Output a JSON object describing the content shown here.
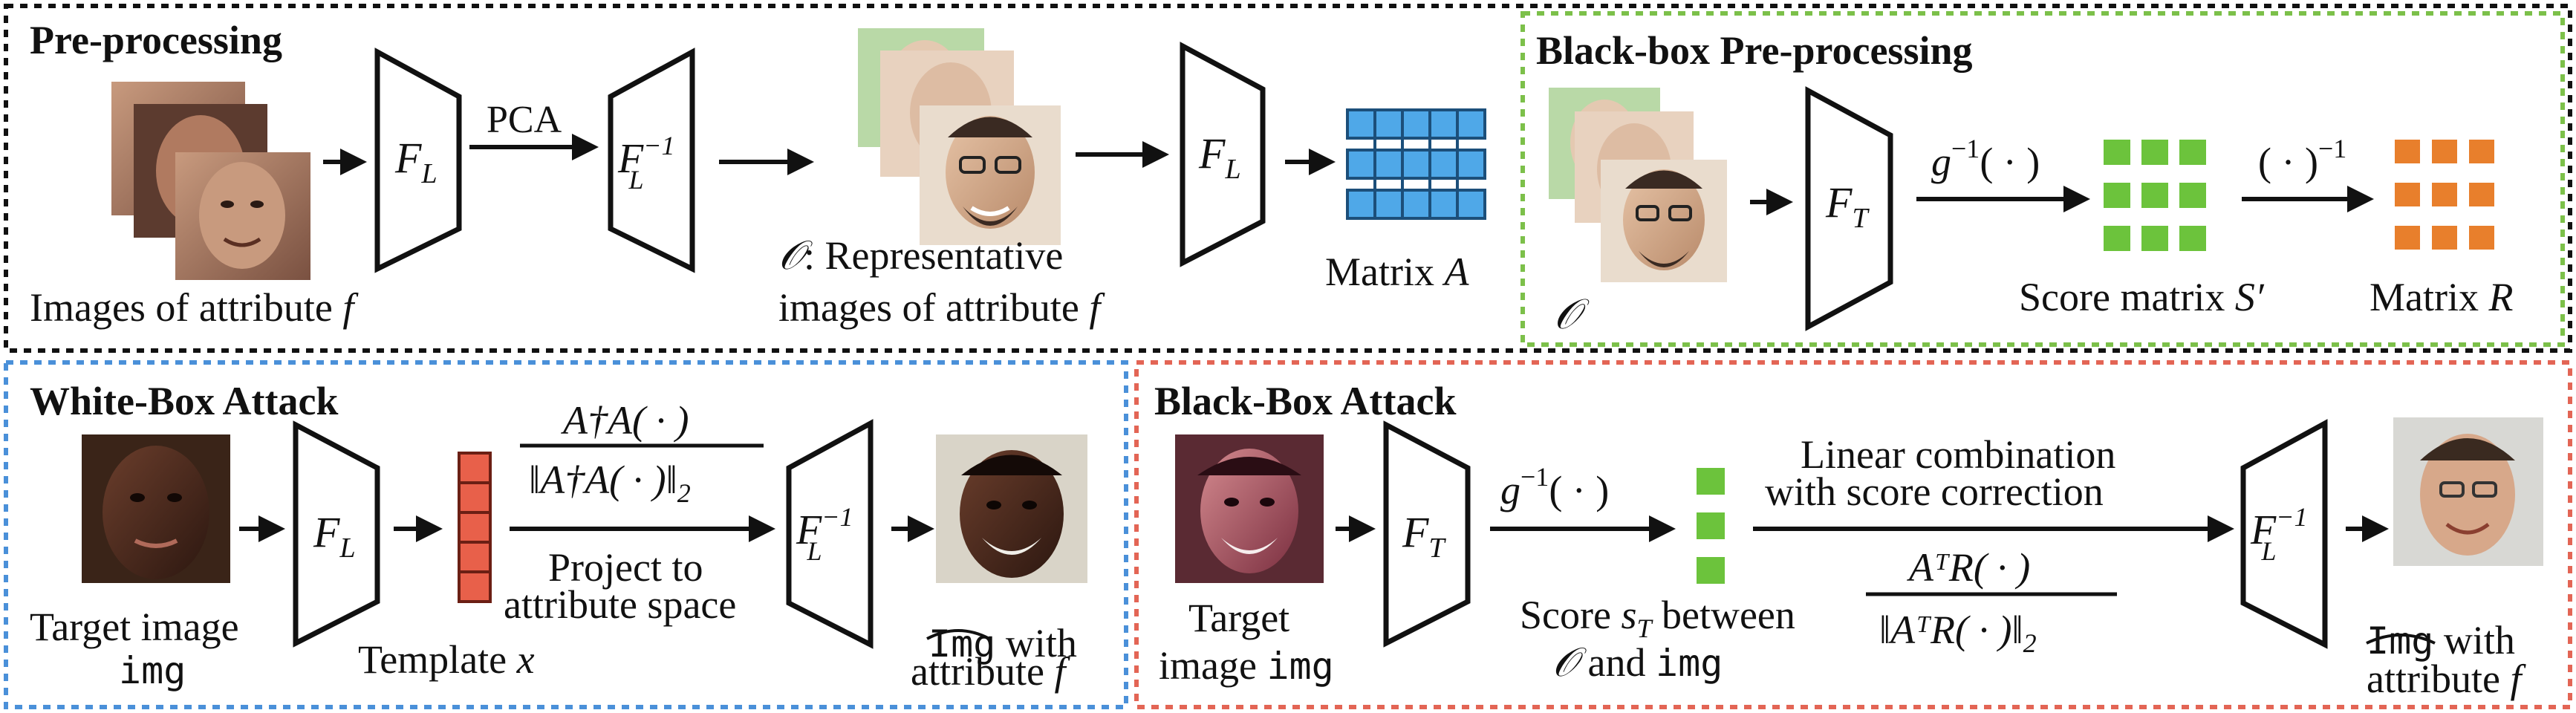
{
  "preprocessing": {
    "title": "Pre-processing",
    "images_caption": "Images of attribute ",
    "images_caption_var": "f",
    "encoder": "F",
    "encoder_sub": "L",
    "pca_label": "PCA",
    "decoder": "F",
    "decoder_sup": "−1",
    "decoder_sub": "L",
    "rep_caption_1_sym": "𝒪",
    "rep_caption_1": ": Representative",
    "rep_caption_2": "images of attribute ",
    "rep_caption_2_var": "f",
    "matrix_caption": "Matrix ",
    "matrix_var": "A"
  },
  "blackbox_pre": {
    "title": "Black-box Pre-processing",
    "o_symbol": "𝒪",
    "encoder": "F",
    "encoder_sub": "T",
    "g_inverse": "g",
    "g_inverse_sup": "−1",
    "g_inverse_arg": "( · )",
    "inverse_op": "( · )",
    "inverse_op_sup": "−1",
    "score_caption": "Score matrix ",
    "score_var": "S′",
    "matrix_caption": "Matrix ",
    "matrix_var": "R"
  },
  "whitebox": {
    "title": "White-Box Attack",
    "target_caption_1": "Target image",
    "target_caption_2": "img",
    "encoder": "F",
    "encoder_sub": "L",
    "template_caption": "Template ",
    "template_var": "x",
    "proj_num": "A†A( · )",
    "proj_den": "‖A†A( · )‖",
    "proj_den_sub": "2",
    "proj_label_1": "Project to",
    "proj_label_2": "attribute space",
    "decoder": "F",
    "decoder_sup": "−1",
    "decoder_sub": "L",
    "out_caption_1_img": "Img",
    "out_caption_1": " with",
    "out_caption_2": "attribute ",
    "out_caption_2_var": "f"
  },
  "blackbox": {
    "title": "Black-Box Attack",
    "target_caption_1": "Target",
    "target_caption_2": "image ",
    "target_caption_2_img": "img",
    "encoder": "F",
    "encoder_sub": "T",
    "g_inverse": "g",
    "g_inverse_sup": "−1",
    "g_inverse_arg": "( · )",
    "score_caption_1": "Score ",
    "score_var": "s",
    "score_var_sub": "T",
    "score_caption_1b": " between",
    "score_caption_2_sym": "𝒪",
    "score_caption_2": " and ",
    "score_caption_2_img": "img",
    "comb_label_1": "Linear combination",
    "comb_label_2": "with score correction",
    "comb_num": "AᵀR( · )",
    "comb_den": "‖AᵀR( · )‖",
    "comb_den_sub": "2",
    "decoder": "F",
    "decoder_sup": "−1",
    "decoder_sub": "L",
    "out_caption_1_img": "Img",
    "out_caption_1": "  with",
    "out_caption_2": "attribute ",
    "out_caption_2_var": "f"
  },
  "colors": {
    "preprocessing_border": "#111111",
    "blackbox_pre_border": "#7cc04a",
    "whitebox_border": "#4a90d9",
    "blackbox_border": "#e36555",
    "matrix_a_cell": "#4fa8e8",
    "score_cell": "#6cc33c",
    "matrix_r_cell": "#e87f2c",
    "template_cell": "#e8604a"
  }
}
